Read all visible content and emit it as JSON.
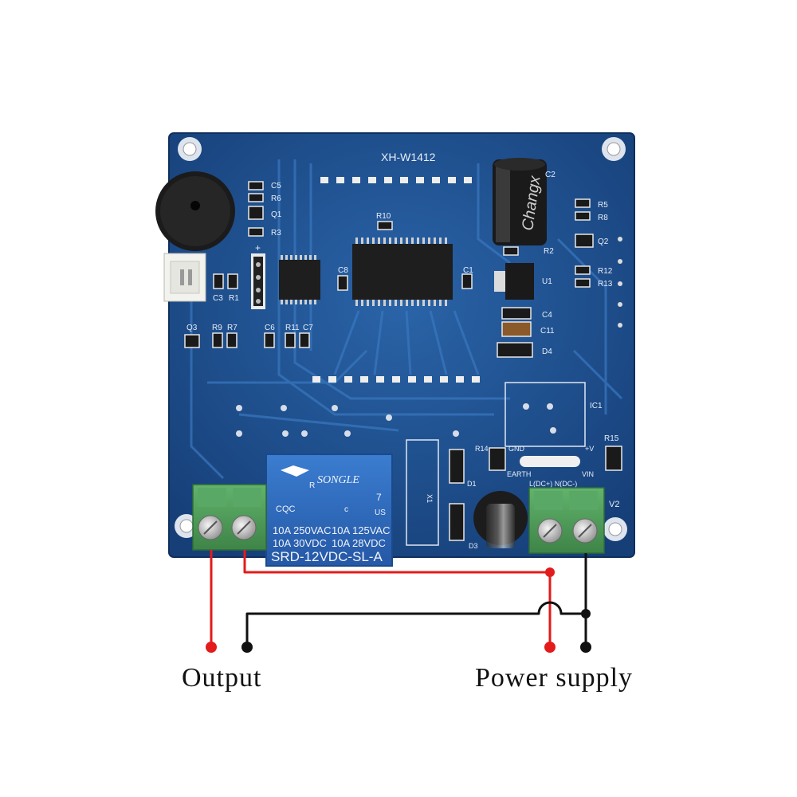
{
  "board": {
    "model": "XH-W1412",
    "refs": {
      "C5": "C5",
      "R6": "R6",
      "Q1": "Q1",
      "R3": "R3",
      "R10": "R10",
      "C2": "C2",
      "R5": "R5",
      "R8": "R8",
      "Q2": "Q2",
      "R2": "R2",
      "C8": "C8",
      "C1": "C1",
      "U1": "U1",
      "R12": "R12",
      "R13": "R13",
      "C3": "C3",
      "R1": "R1",
      "C4": "C4",
      "C11": "C11",
      "D4": "D4",
      "Q3": "Q3",
      "R9": "R9",
      "R7": "R7",
      "C6": "C6",
      "R11": "R11",
      "C7": "C7",
      "IC1": "IC1",
      "R14": "R14",
      "GND": "GND",
      "PLUS_V": "+V",
      "R15": "R15",
      "EARTH": "EARTH",
      "VIN": "VIN",
      "LN": "L(DC+) N(DC-)",
      "D1": "D1",
      "D3": "D3",
      "V2": "V2",
      "X1": "X1",
      "PLUS": "+"
    }
  },
  "relay": {
    "brand": "SONGLE",
    "cert": "CQC",
    "rating_1": "10A 250VAC",
    "rating_2": "10A 125VAC",
    "rating_3": "10A  30VDC",
    "rating_4": "10A  28VDC",
    "model": "SRD-12VDC-SL-A",
    "mark": "7",
    "us_mark": "US",
    "c_mark": "c",
    "r_mark": "R"
  },
  "capacitor_brand": "Changx",
  "labels": {
    "output": "Output",
    "power_supply": "Power supply"
  },
  "colors": {
    "board": "#1c4f8f",
    "terminal": "#4f9a58",
    "relay": "#2f6fc4",
    "wire_red": "#e31b1b",
    "wire_black": "#111111"
  }
}
